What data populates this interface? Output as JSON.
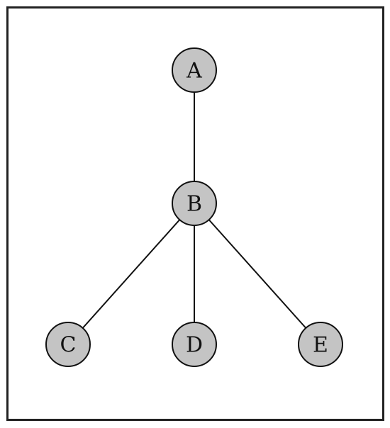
{
  "diagram": {
    "type": "tree",
    "node_fill": "#c4c4c4",
    "nodes": [
      {
        "id": "A",
        "label": "A"
      },
      {
        "id": "B",
        "label": "B"
      },
      {
        "id": "C",
        "label": "C"
      },
      {
        "id": "D",
        "label": "D"
      },
      {
        "id": "E",
        "label": "E"
      }
    ],
    "edges": [
      {
        "from": "A",
        "to": "B"
      },
      {
        "from": "B",
        "to": "C"
      },
      {
        "from": "B",
        "to": "D"
      },
      {
        "from": "B",
        "to": "E"
      }
    ]
  }
}
